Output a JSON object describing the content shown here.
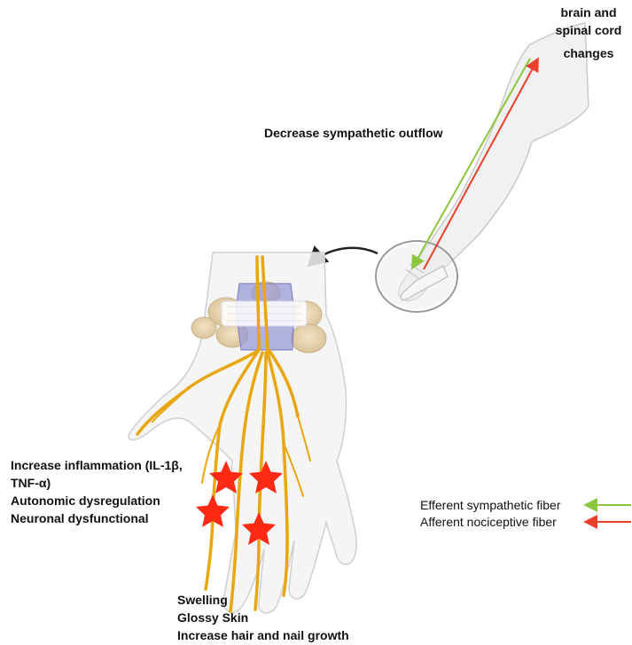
{
  "labels": {
    "brain_spinal": [
      "brain and",
      "spinal cord",
      "changes"
    ],
    "sympathetic": "Decrease sympathetic outflow",
    "left_list": [
      "Increase inflammation (IL-1β,",
      "TNF-α)",
      "Autonomic dysregulation",
      "Neuronal dysfunctional"
    ],
    "bottom_list": [
      "Swelling",
      "Glossy Skin",
      "Increase hair and nail growth"
    ]
  },
  "legend": [
    {
      "label": "Efferent sympathetic fiber",
      "color": "#8cc63f"
    },
    {
      "label": "Afferent nociceptive fiber",
      "color": "#e8402a"
    }
  ],
  "colors": {
    "nerve": "#e8a60f",
    "star": "#ff2a14",
    "skin": "#f0f0f0",
    "outline": "#c9c9c9",
    "bone": "#e6d3b0",
    "ligament": "#8f8fcf"
  },
  "icons": [
    "star-icon",
    "arrow-icon"
  ]
}
